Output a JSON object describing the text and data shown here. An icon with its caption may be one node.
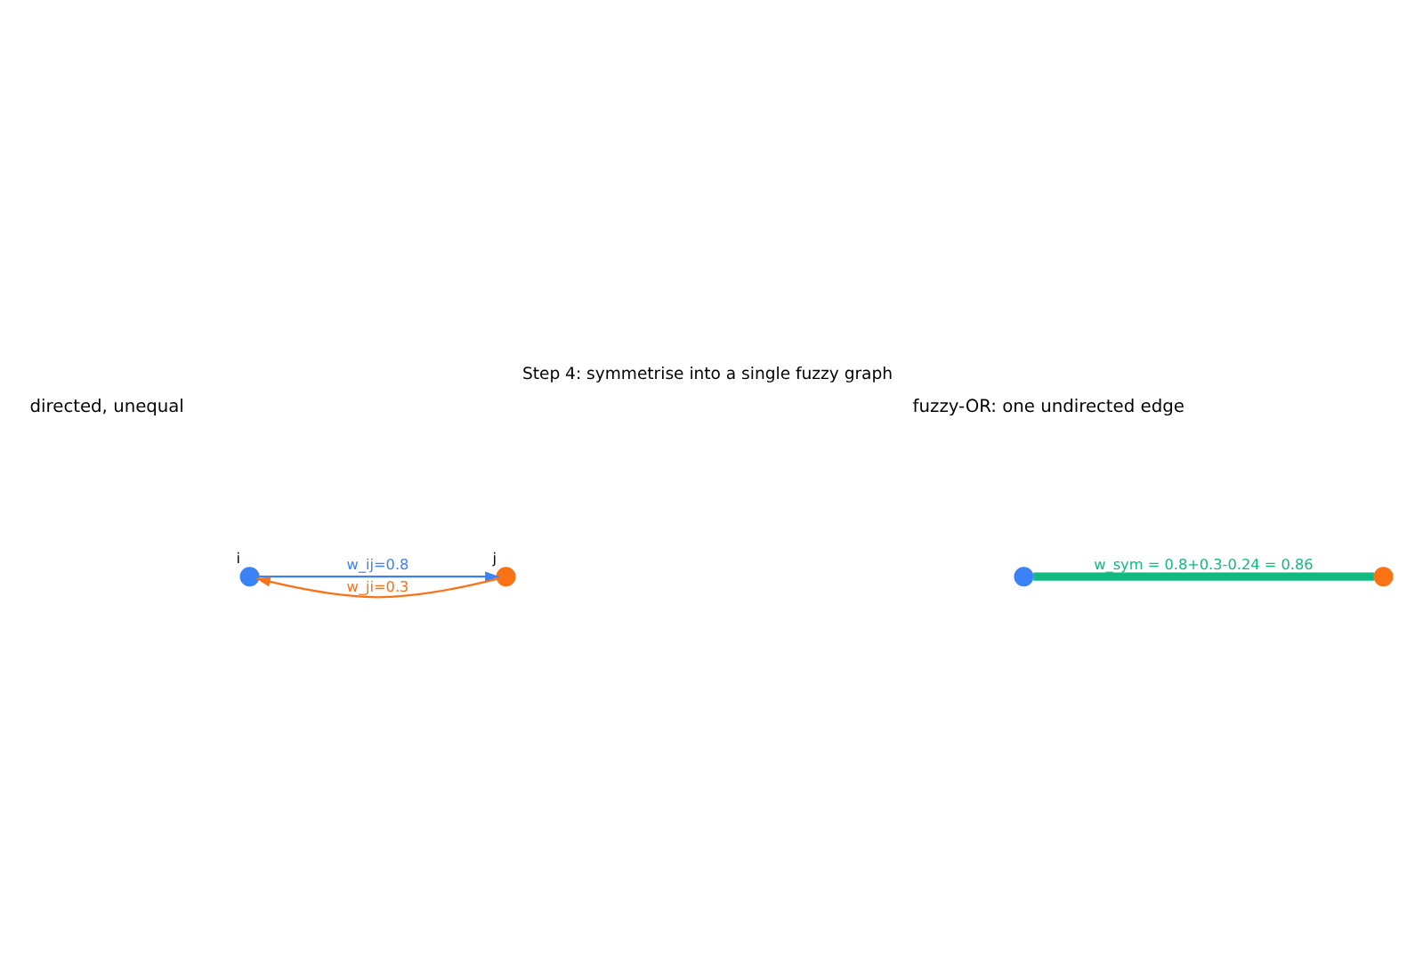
{
  "diagram": {
    "title": "Step 4: symmetrise into a single fuzzy graph",
    "nodes": [
      {
        "text": [],
        "shape": "circle",
        "beside": [
          "i"
        ]
      },
      {
        "text": [],
        "shape": "circle",
        "beside": [
          "j"
        ]
      },
      {
        "text": [],
        "shape": "circle"
      },
      {
        "text": [],
        "shape": "circle"
      }
    ],
    "edges": [
      {
        "from": 0,
        "to": 1,
        "arrow": "to",
        "label": "w_ij=0.8",
        "color": "#3b82f6"
      },
      {
        "from": 1,
        "to": 0,
        "arrow": "to",
        "label": "w_ji=0.3",
        "color": "#f97316"
      },
      {
        "from": 2,
        "to": 3,
        "arrow": "none",
        "label": "w_sym = 0.8+0.3-0.24 = 0.86",
        "style": "thick",
        "color": "#10b981"
      }
    ],
    "labels": [
      "directed, unequal",
      "fuzzy-OR: one undirected edge"
    ]
  }
}
